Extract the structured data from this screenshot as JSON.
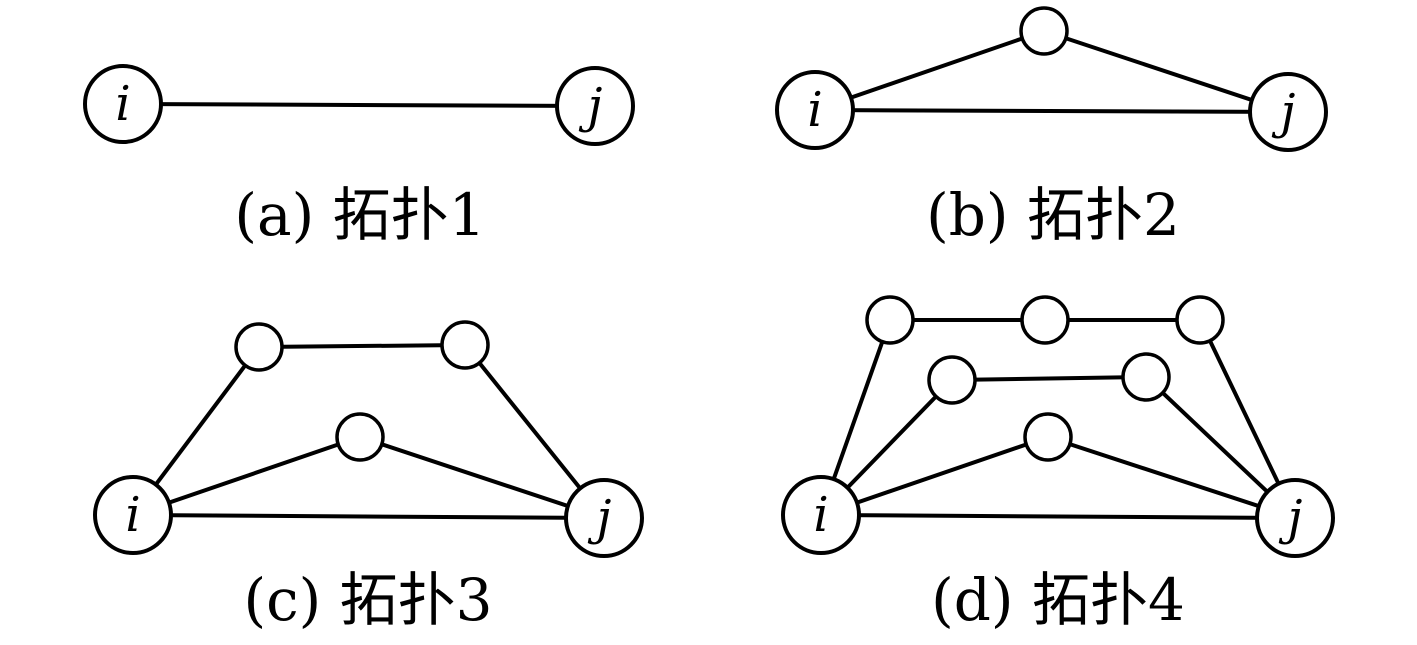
{
  "figure": {
    "panels": [
      {
        "id": "a",
        "caption": "(a) 拓扑1",
        "source_label": "i",
        "target_label": "j"
      },
      {
        "id": "b",
        "caption": "(b) 拓扑2",
        "source_label": "i",
        "target_label": "j"
      },
      {
        "id": "c",
        "caption": "(c) 拓扑3",
        "source_label": "i",
        "target_label": "j"
      },
      {
        "id": "d",
        "caption": "(d) 拓扑4",
        "source_label": "i",
        "target_label": "j"
      }
    ]
  }
}
